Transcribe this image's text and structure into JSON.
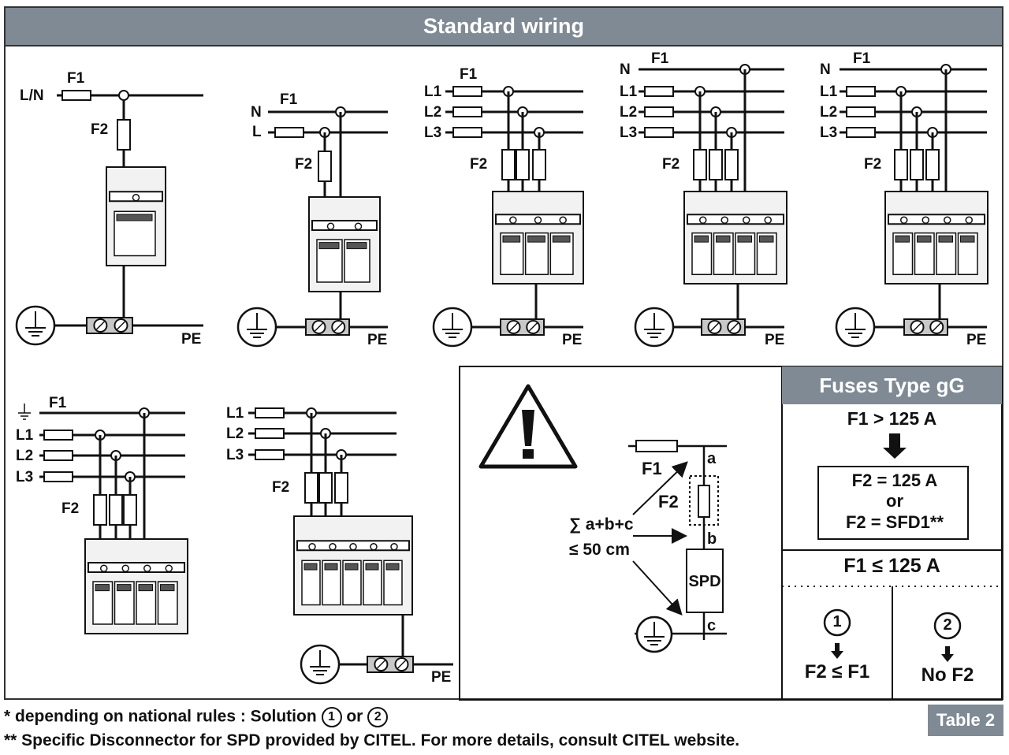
{
  "title": "Standard wiring",
  "labels": {
    "ln": "L/N",
    "n": "N",
    "l": "L",
    "l1": "L1",
    "l2": "L2",
    "l3": "L3",
    "f1": "F1",
    "f2": "F2",
    "pe": "PE"
  },
  "detail": {
    "a": "a",
    "b": "b",
    "c": "c",
    "sum_line1": "∑ a+b+c",
    "sum_line2": "≤ 50 cm",
    "spd": "SPD"
  },
  "fuse_table": {
    "header": "Fuses Type gG",
    "f1_gt": "F1 > 125 A",
    "box_line1": "F2  = 125 A",
    "box_line2": "or",
    "box_line3": "F2 = SFD1**",
    "f1_le": "F1 ≤ 125 A",
    "sol1_num": "1",
    "sol1_text": "F2 ≤ F1",
    "sol2_num": "2",
    "sol2_text": "No F2"
  },
  "footnotes": {
    "line1_a": "* depending on national rules : Solution ",
    "line1_n1": "1",
    "line1_or": " or ",
    "line1_n2": "2",
    "line2": "** Specific Disconnector for SPD provided by CITEL. For more details, consult CITEL website."
  },
  "table_label": "Table 2",
  "colors": {
    "header_bg": "#7f8a94",
    "line": "#111111",
    "device_fill": "#f2f2f2"
  }
}
